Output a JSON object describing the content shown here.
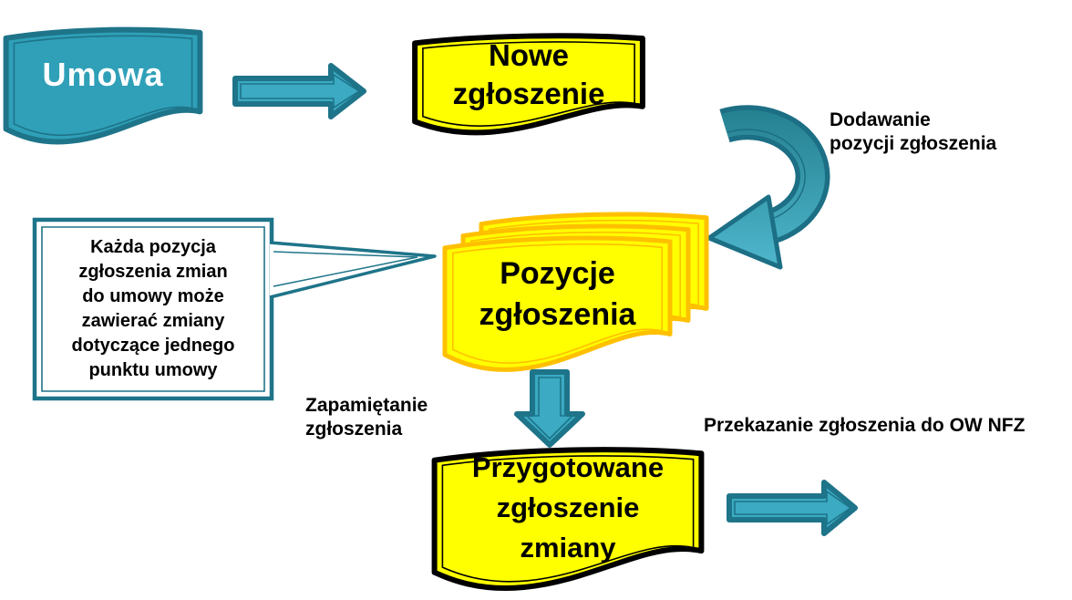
{
  "colors": {
    "teal_fill": "#2FA0B8",
    "teal_border": "#1E7489",
    "teal_arrow_fill": "#3BAAC2",
    "teal_dark": "#1C6F85",
    "curve_gradient_top": "#24808F",
    "curve_gradient_bottom": "#4FB7CD",
    "flag_yellow": "#FFFF00",
    "stack_gold_border": "#FFC000",
    "flag_black_border": "#000000",
    "callout_fill": "#FFFFFF",
    "text_dark": "#000000",
    "text_light": "#FFFFFF"
  },
  "nodes": {
    "umowa": {
      "label": "Umowa"
    },
    "nowe_zgloszenie": {
      "label": "Nowe\nzgłoszenie"
    },
    "pozycje_zgloszenia": {
      "label": "Pozycje\nzgłoszenia"
    },
    "przygotowane_zgloszenie": {
      "label": "Przygotowane\nzgłoszenie\nzmiany"
    }
  },
  "annotations": {
    "dodawanie": "Dodawanie\npozycji zgłoszenia",
    "zapamietanie": "Zapamiętanie\nzgłoszenia",
    "przekazanie": "Przekazanie zgłoszenia do OW NFZ",
    "callout": "Każda pozycja\nzgłoszenia zmian\ndo umowy może\nzawierać zmiany\ndotyczące jednego\npunktu umowy"
  }
}
